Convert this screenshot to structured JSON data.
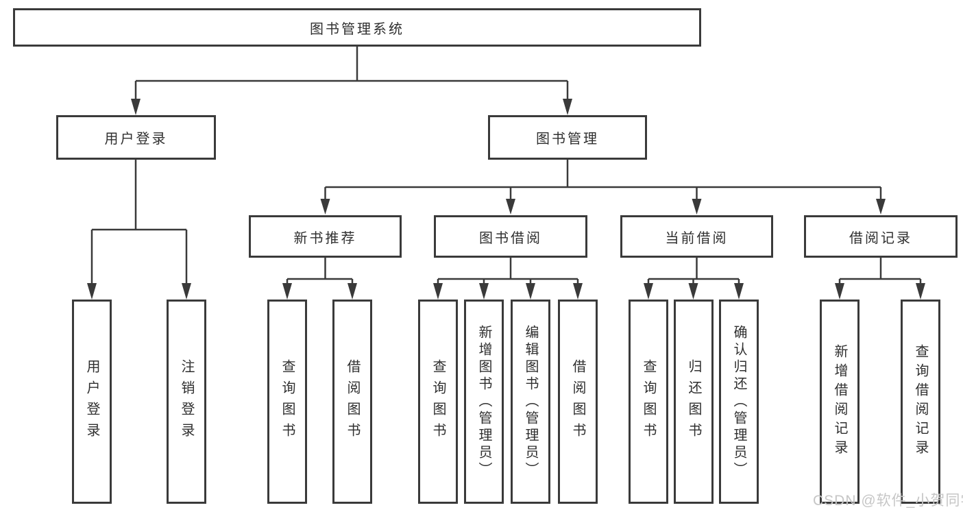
{
  "diagram": {
    "title": "图书管理系统",
    "level2": {
      "user_login": "用户登录",
      "book_management": "图书管理"
    },
    "level3": {
      "new_book_recommend": "新书推荐",
      "book_borrow": "图书借阅",
      "current_borrow": "当前借阅",
      "borrow_records": "借阅记录"
    },
    "leaves": {
      "user_login": "用户登录",
      "logout": "注销登录",
      "recommend_query_books": "查询图书",
      "recommend_borrow_books": "借阅图书",
      "borrow_query_books": "查询图书",
      "borrow_add_books": "新增图书（管理员）",
      "borrow_edit_books": "编辑图书（管理员）",
      "borrow_borrow_books": "借阅图书",
      "current_query_books": "查询图书",
      "current_return_books": "归还图书",
      "current_confirm_return": "确认归还（管理员）",
      "records_add_record": "新增借阅记录",
      "records_query_record": "查询借阅记录"
    }
  },
  "watermark": "CSDN @软件_小贺同学",
  "colors": {
    "line": "#3a3a3a",
    "text": "#2f2f2f",
    "background": "#ffffff",
    "watermark": "#c6c6c6"
  }
}
